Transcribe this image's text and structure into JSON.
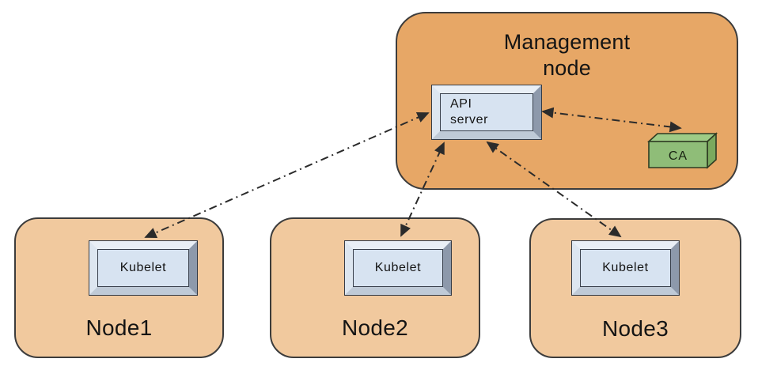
{
  "management_node": {
    "label": "Management\nnode",
    "api_server_label": "API\nserver",
    "ca_label": "CA"
  },
  "nodes": [
    {
      "label": "Node1",
      "component_label": "Kubelet"
    },
    {
      "label": "Node2",
      "component_label": "Kubelet"
    },
    {
      "label": "Node3",
      "component_label": "Kubelet"
    }
  ],
  "connections": [
    {
      "from": "API server",
      "to": "Kubelet (Node1)",
      "style": "dash-dot",
      "bidirectional": true
    },
    {
      "from": "API server",
      "to": "Kubelet (Node2)",
      "style": "dash-dot",
      "bidirectional": true
    },
    {
      "from": "API server",
      "to": "Kubelet (Node3)",
      "style": "dash-dot",
      "bidirectional": true
    },
    {
      "from": "API server",
      "to": "CA",
      "style": "dash-dot",
      "bidirectional": true
    }
  ],
  "colors": {
    "management_fill": "#e7a766",
    "node_fill": "#f1c99e",
    "panel_fill": "#d7e3f1",
    "bevel_light": "#e9eff6",
    "bevel_dark": "#8d99ab",
    "ca_front": "#8fbd78",
    "ca_top": "#9ecb86",
    "ca_side": "#7aa95e",
    "outline": "#3c3c3c",
    "arrow": "#2b2b2b"
  }
}
